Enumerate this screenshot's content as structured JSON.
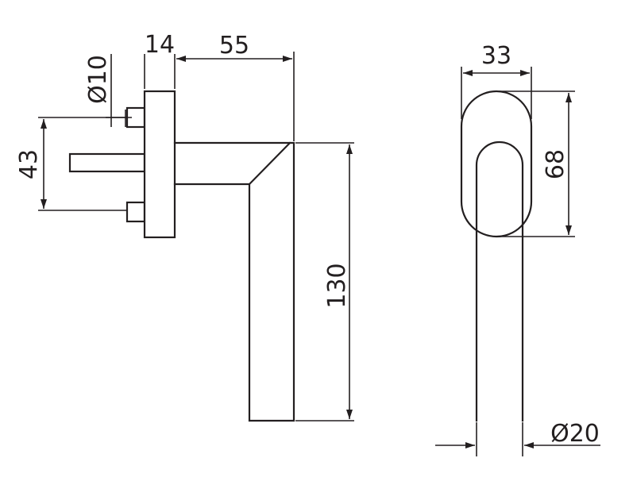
{
  "dimensions": {
    "d14": "14",
    "d55": "55",
    "d10": "Ø10",
    "d43": "43",
    "d130": "130",
    "d33": "33",
    "d68": "68",
    "d20": "Ø20"
  }
}
